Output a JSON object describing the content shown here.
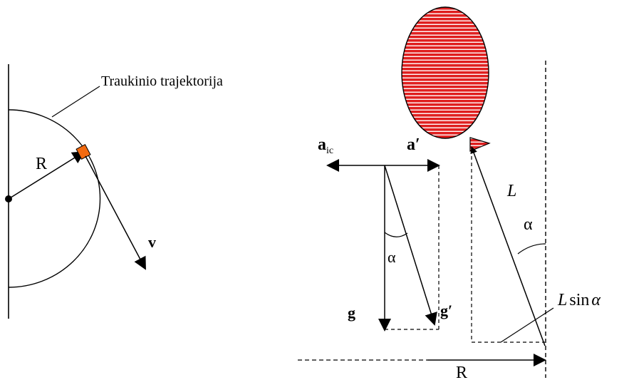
{
  "left_diagram": {
    "trajectory_label": "Traukinio trajektorija",
    "radius_label": "R",
    "velocity_label": "v",
    "train_color": "#f26a10"
  },
  "right_diagram": {
    "a_ic_base": "a",
    "a_ic_sub": "ic",
    "a_prime_label": "a′",
    "alpha_left_label": "α",
    "g_label": "g",
    "g_prime_label": "g′",
    "L_label": "L",
    "alpha_right_label": "α",
    "Lsin_L": "L",
    "Lsin_sin": "sin",
    "Lsin_alpha": "α",
    "R_label": "R",
    "balloon_color": "#e02020"
  }
}
